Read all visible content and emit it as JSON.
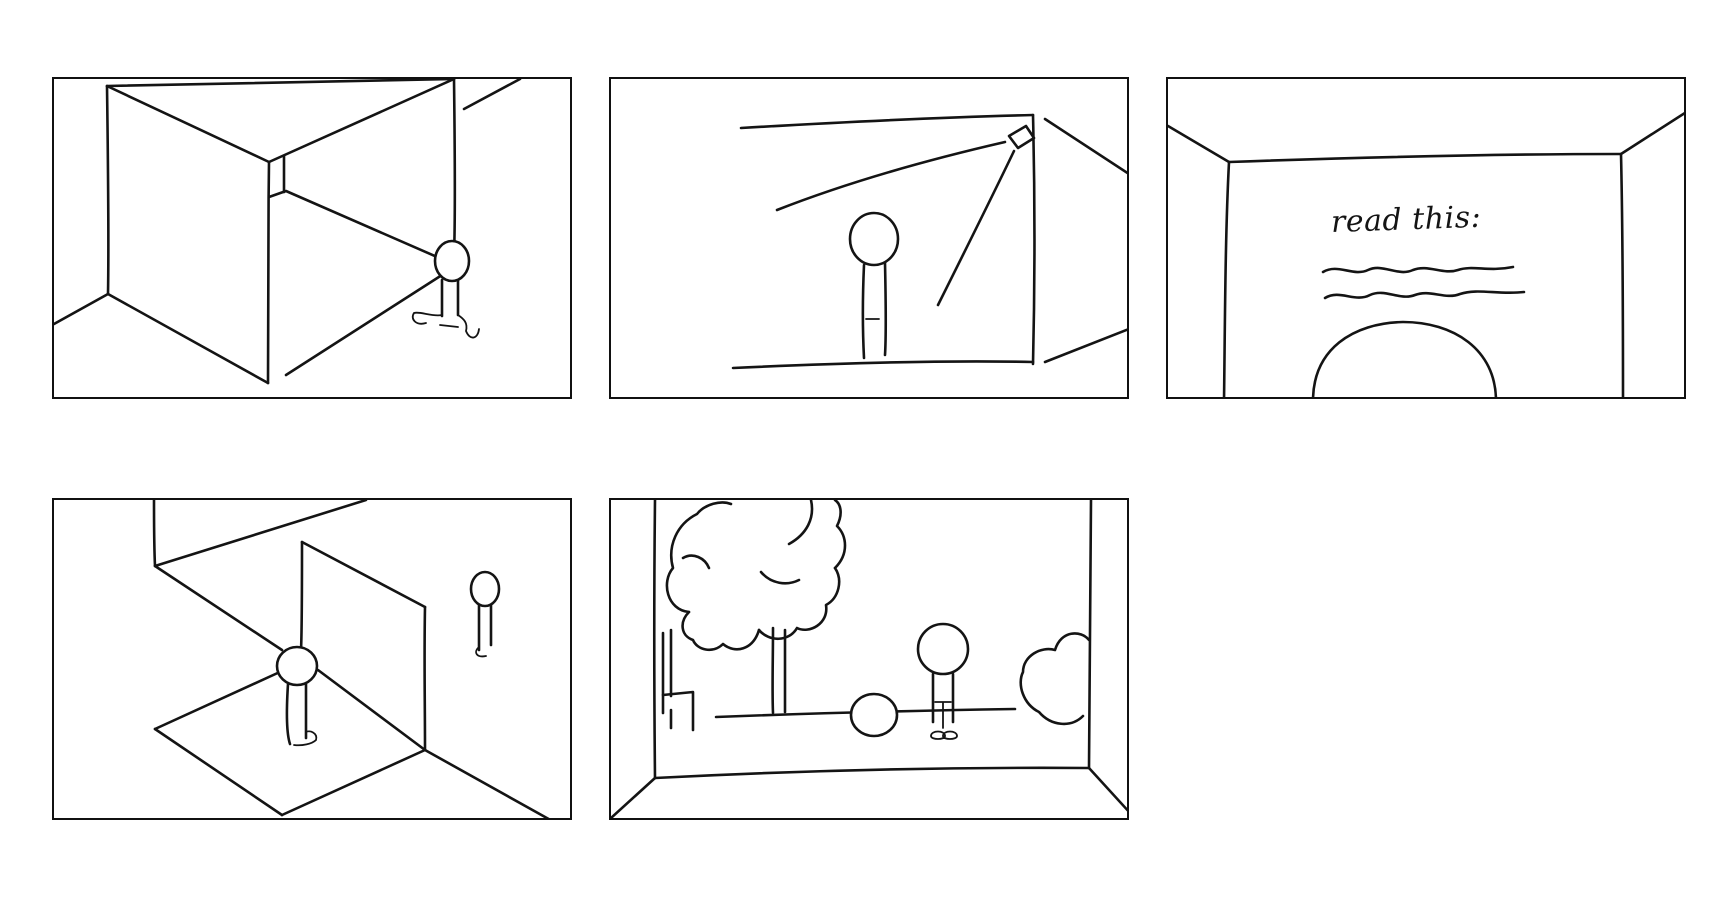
{
  "storyboard": {
    "panels": [
      {
        "id": 1,
        "scene": "figure-running-out-of-box-room"
      },
      {
        "id": 2,
        "scene": "figure-under-spotlight"
      },
      {
        "id": 3,
        "scene": "screen-with-message",
        "note_text": "read this:"
      },
      {
        "id": 4,
        "scene": "figures-near-corner-walls"
      },
      {
        "id": 5,
        "scene": "figure-in-park-with-tree"
      }
    ]
  },
  "colors": {
    "ink": "#141414",
    "background": "#ffffff"
  }
}
